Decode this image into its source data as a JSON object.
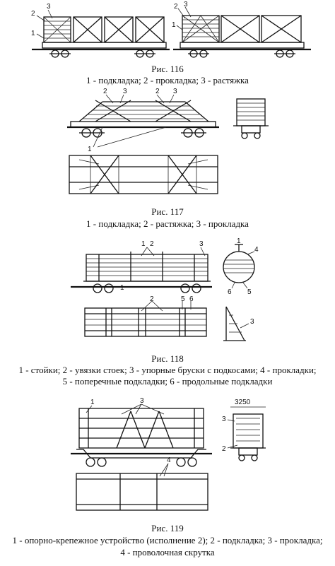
{
  "figures": [
    {
      "title": "Рис. 116",
      "legend": "1 - подкладка; 2 - прокладка; 3 - растяжка",
      "labels": [
        "3",
        "2",
        "1",
        "2",
        "3",
        "1"
      ]
    },
    {
      "title": "Рис. 117",
      "legend": "1 - подкладка; 2 - растяжка; 3 - прокладка",
      "labels": [
        "2",
        "3",
        "2",
        "3",
        "1"
      ]
    },
    {
      "title": "Рис. 118",
      "legend_lines": [
        "1 - стойки; 2 - увязки стоек; 3 - упорные бруски с подкосами; 4 - прокладки;",
        "5 - поперечные подкладки; 6 - продольные подкладки"
      ],
      "labels": [
        "1",
        "2",
        "3",
        "1",
        "4",
        "1",
        "6",
        "5",
        "2",
        "5",
        "6",
        "3"
      ]
    },
    {
      "title": "Рис. 119",
      "legend_lines": [
        "1 - опорно-крепежное устройство (исполнение 2); 2 - подкладка; 3 - прокладка;",
        "4 - проволочная скрутка"
      ],
      "labels": [
        "1",
        "3",
        "3250",
        "3",
        "2",
        "4"
      ]
    }
  ]
}
